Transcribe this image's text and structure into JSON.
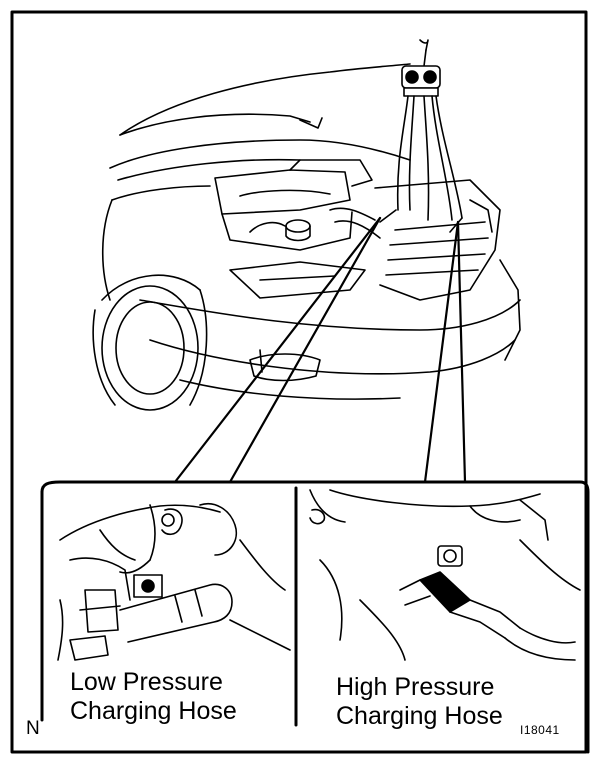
{
  "labels": {
    "low_pressure": {
      "line1": "Low Pressure",
      "line2": "Charging Hose"
    },
    "high_pressure": {
      "line1": "High Pressure",
      "line2": "Charging Hose"
    }
  },
  "corner_mark": "N",
  "figure_id": "I18041"
}
